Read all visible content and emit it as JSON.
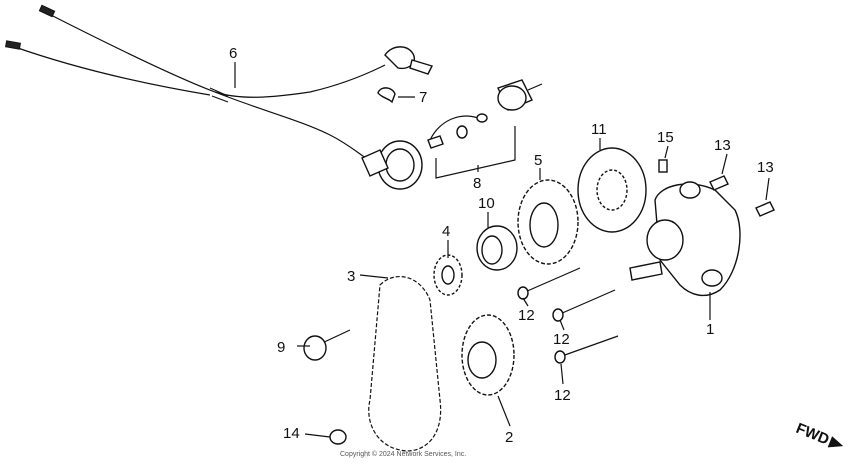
{
  "callouts": [
    "1",
    "2",
    "3",
    "4",
    "5",
    "6",
    "7",
    "8",
    "9",
    "10",
    "11",
    "12",
    "12",
    "12",
    "13",
    "13",
    "14",
    "15"
  ],
  "fwd_label": "FWD",
  "copyright": "Copyright © 2024 Network Services, Inc."
}
